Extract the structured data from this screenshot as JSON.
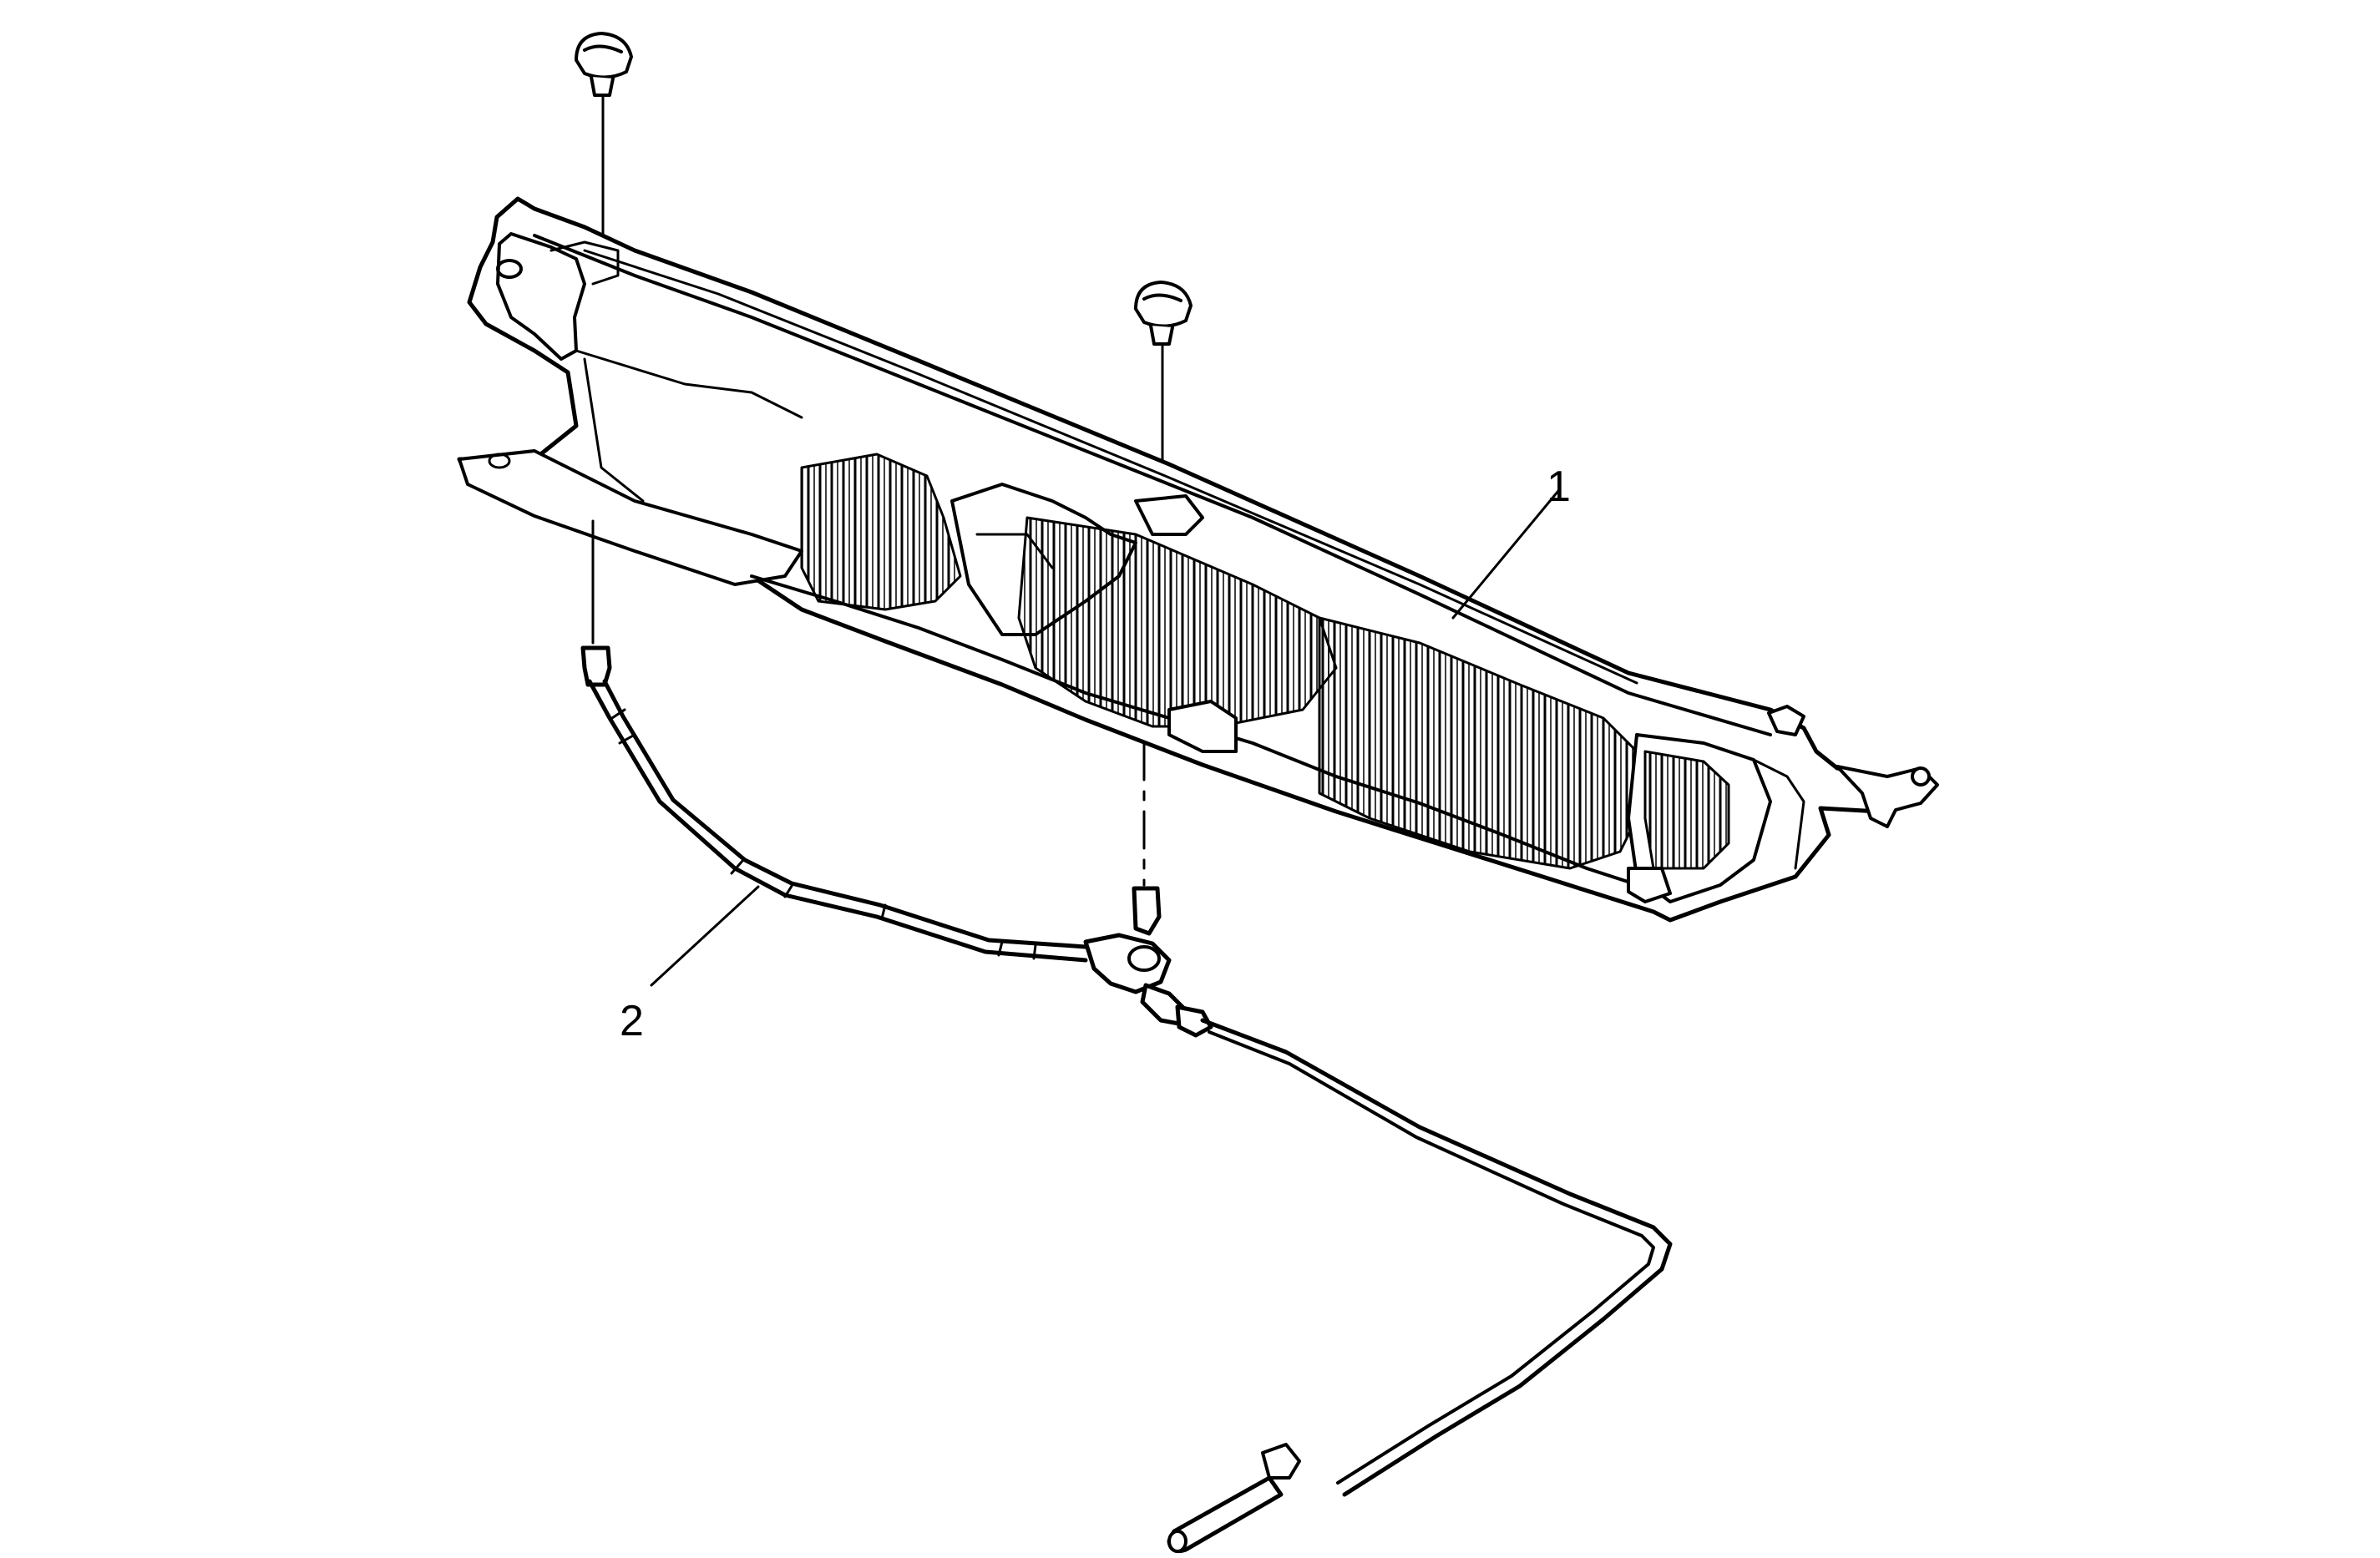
{
  "diagram": {
    "callouts": [
      {
        "id": "1",
        "label": "1"
      },
      {
        "id": "2",
        "label": "2"
      }
    ],
    "colors": {
      "line": "#000000",
      "background": "#ffffff",
      "shade": "#e8e8e8"
    }
  }
}
